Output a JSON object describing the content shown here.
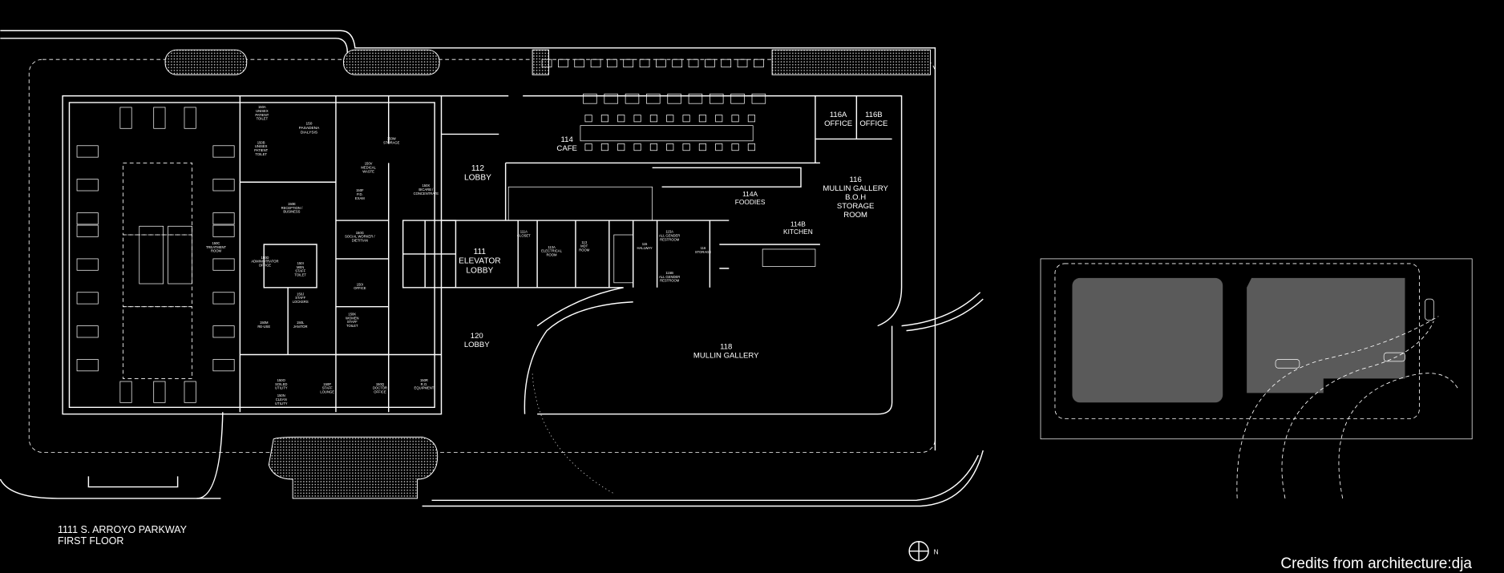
{
  "drawing": {
    "address": "1111 S. ARROYO PARKWAY",
    "floor": "FIRST FLOOR",
    "north_label": "N",
    "credits": "Credits from architecture:dja"
  },
  "rooms": [
    {
      "lines": [
        "150A",
        "UNISEX",
        "PATIENT",
        "TOILET"
      ]
    },
    {
      "lines": [
        "150B",
        "UNISEX",
        "PATIENT",
        "TOILET"
      ]
    },
    {
      "lines": [
        "150",
        "PASADENA",
        "DIALYSIS"
      ]
    },
    {
      "lines": [
        "150W",
        "STORAGE"
      ]
    },
    {
      "lines": [
        "150V",
        "MEDICAL",
        "WASTE"
      ]
    },
    {
      "lines": [
        "150X",
        "BICARB /",
        "CONCENTRATE"
      ]
    },
    {
      "lines": [
        "150F",
        "P.D.",
        "EXAM"
      ]
    },
    {
      "lines": [
        "150E",
        "RECEPTION /",
        "BUSINESS"
      ]
    },
    {
      "lines": [
        "150C",
        "TREATMENT",
        "ROOM"
      ]
    },
    {
      "lines": [
        "150D",
        "ADMINISTRATOR",
        "OFFICE"
      ]
    },
    {
      "lines": [
        "150G",
        "SOCIAL WORKER /",
        "DIETITIAN"
      ]
    },
    {
      "lines": [
        "150I",
        "MEN",
        "STAFF",
        "TOILET"
      ]
    },
    {
      "lines": [
        "150I",
        "OFFICE"
      ]
    },
    {
      "lines": [
        "150J",
        "STAFF",
        "LOCKERS"
      ]
    },
    {
      "lines": [
        "150K",
        "WOMEN",
        "STAFF",
        "TOILET"
      ]
    },
    {
      "lines": [
        "150M",
        "RE-USE"
      ]
    },
    {
      "lines": [
        "150L",
        "JANITOR"
      ]
    },
    {
      "lines": [
        "150O",
        "SOILED",
        "UTILITY"
      ]
    },
    {
      "lines": [
        "150N",
        "CLEAN",
        "UTILITY"
      ]
    },
    {
      "lines": [
        "150P",
        "STAFF",
        "LOUNGE"
      ]
    },
    {
      "lines": [
        "150Q",
        "DOCTOR",
        "OFFICE"
      ]
    },
    {
      "lines": [
        "150R",
        "R.O.",
        "EQUIPMENT"
      ]
    },
    {
      "lines": [
        "112",
        "LOBBY"
      ]
    },
    {
      "lines": [
        "111",
        "ELEVATOR",
        "LOBBY"
      ]
    },
    {
      "lines": [
        "120",
        "LOBBY"
      ]
    },
    {
      "lines": [
        "111A",
        "CLOSET"
      ]
    },
    {
      "lines": [
        "113A",
        "ELECTRICAL",
        "ROOM"
      ]
    },
    {
      "lines": [
        "113",
        "MDT",
        "ROOM"
      ]
    },
    {
      "lines": [
        "115",
        "HALLWAY"
      ]
    },
    {
      "lines": [
        "115A",
        "ALL GENDER",
        "RESTROOM"
      ]
    },
    {
      "lines": [
        "115B",
        "ALL GENDER",
        "RESTROOM"
      ]
    },
    {
      "lines": [
        "116",
        "STORAGE"
      ]
    },
    {
      "lines": [
        "114",
        "CAFE"
      ]
    },
    {
      "lines": [
        "114A",
        "FOODIES"
      ]
    },
    {
      "lines": [
        "114B",
        "KITCHEN"
      ]
    },
    {
      "lines": [
        "116A",
        "OFFICE"
      ]
    },
    {
      "lines": [
        "116B",
        "OFFICE"
      ]
    },
    {
      "lines": [
        "116",
        "MULLIN GALLERY",
        "B.O.H",
        "STORAGE",
        "ROOM"
      ]
    },
    {
      "lines": [
        "118",
        "MULLIN GALLERY"
      ]
    }
  ],
  "colors": {
    "background": "#000000",
    "linework": "#ffffff",
    "site_building_fill": "#5a5a5a"
  }
}
